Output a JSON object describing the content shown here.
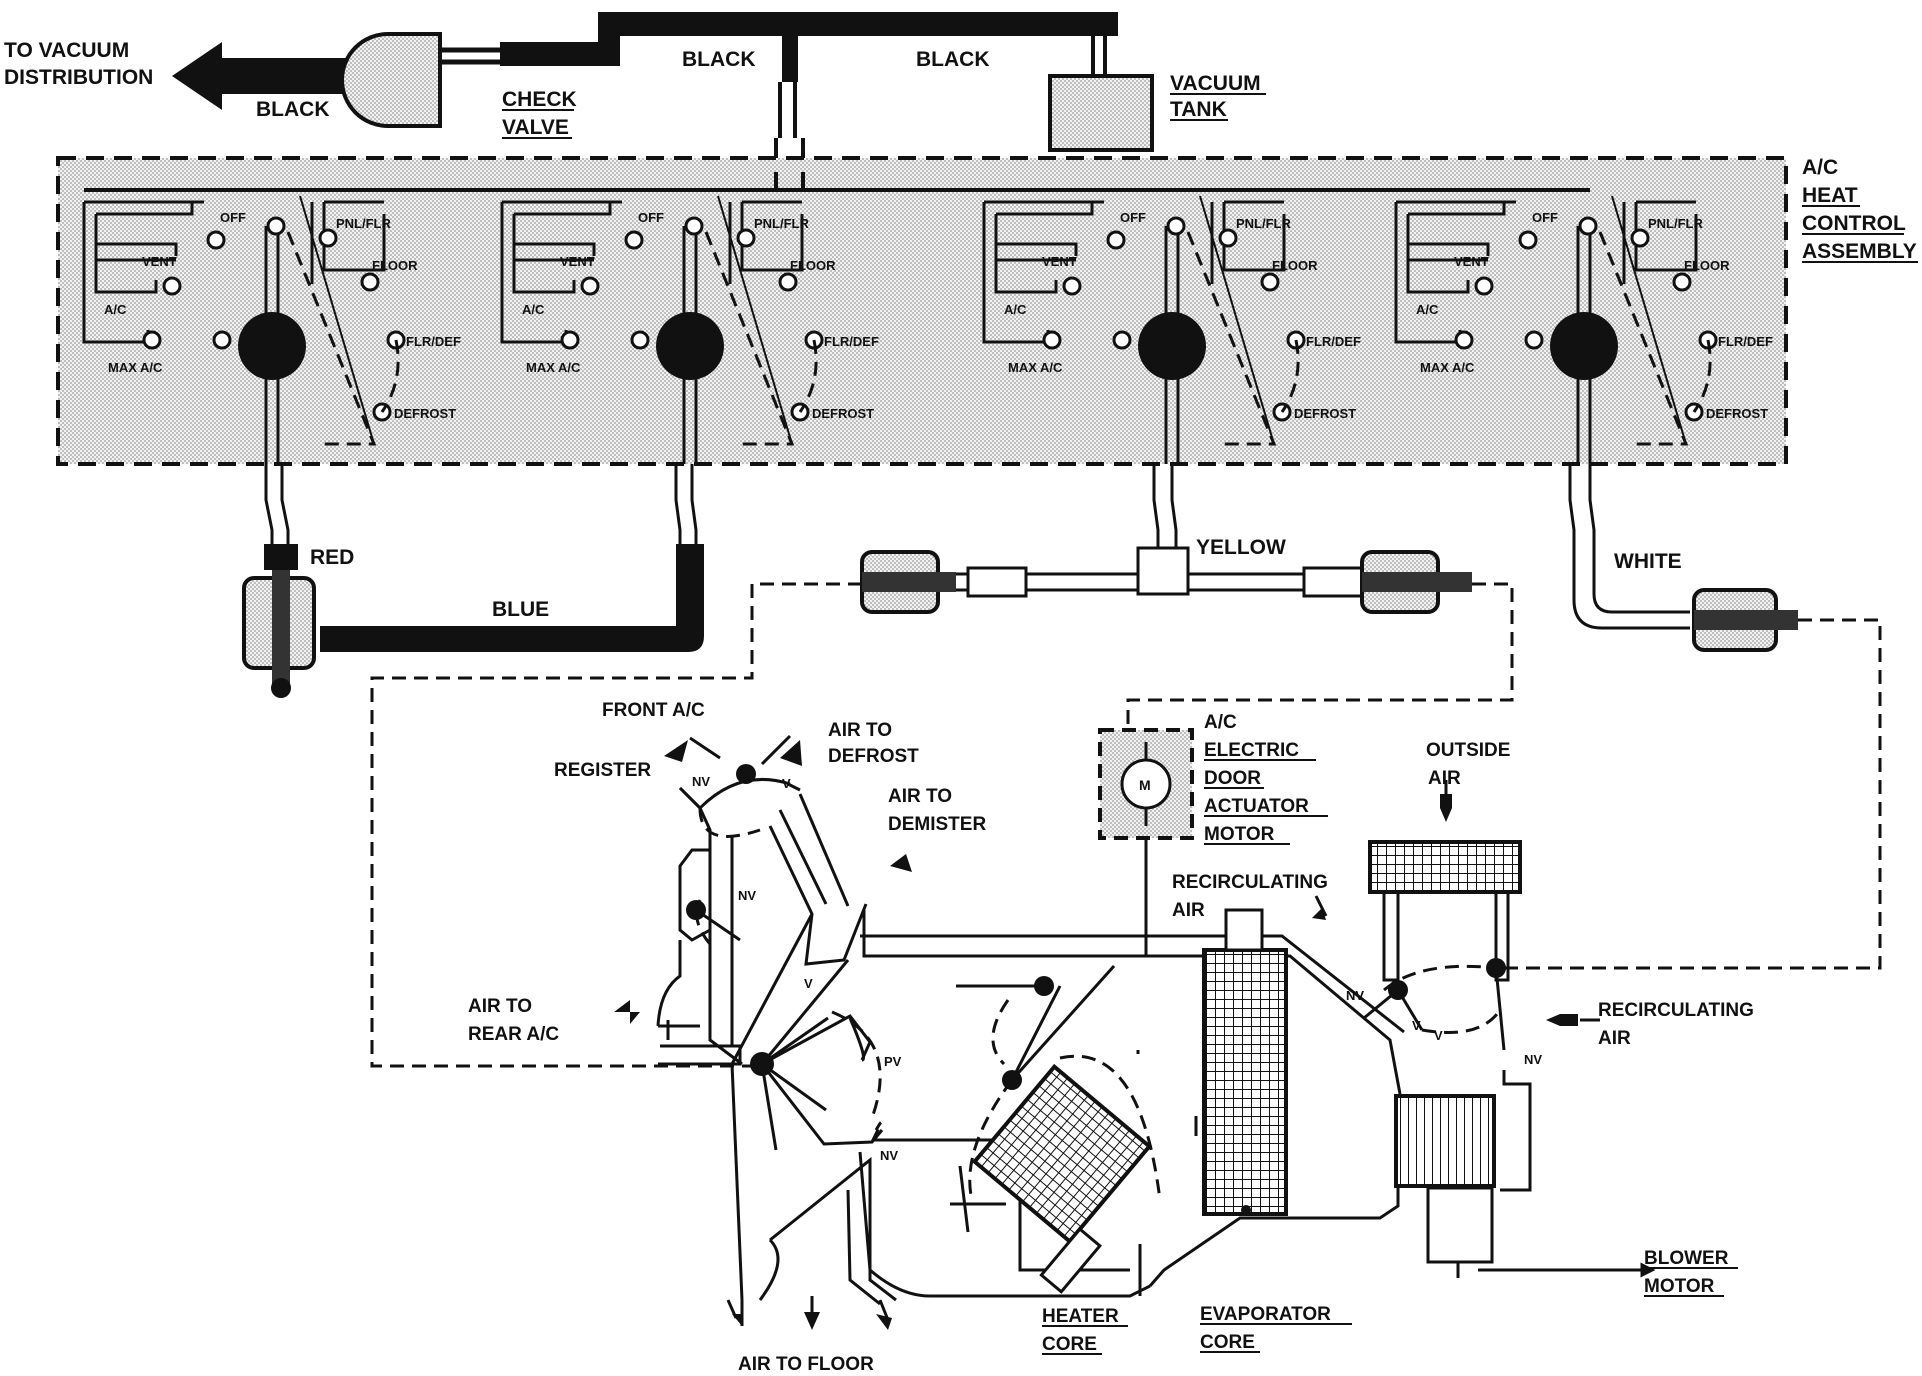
{
  "labels": {
    "to_vacuum": "TO VACUUM",
    "distribution": "DISTRIBUTION",
    "black_left": "BLACK",
    "check": "CHECK",
    "valve": "VALVE",
    "black_mid": "BLACK",
    "black_right": "BLACK",
    "vacuum": "VACUUM",
    "tank": "TANK",
    "ac": "A/C",
    "heat": "HEAT",
    "control": "CONTROL",
    "assembly": "ASSEMBLY",
    "red": "RED",
    "blue": "BLUE",
    "yellow": "YELLOW",
    "white": "WHITE",
    "front_ac": "FRONT A/C",
    "register": "REGISTER",
    "air_to_1": "AIR TO",
    "defrost_air": "DEFROST",
    "air_to_2": "AIR TO",
    "demister": "DEMISTER",
    "act_ac": "A/C",
    "electric": "ELECTRIC",
    "door": "DOOR",
    "actuator": "ACTUATOR",
    "motor": "MOTOR",
    "outside": "OUTSIDE",
    "outside_air": "AIR",
    "recirc_1": "RECIRCULATING",
    "recirc_1_air": "AIR",
    "recirc_2": "RECIRCULATING",
    "recirc_2_air": "AIR",
    "air_to_3": "AIR TO",
    "rear_ac": "REAR A/C",
    "air_to_floor": "AIR TO FLOOR",
    "heater": "HEATER",
    "heater_core": "CORE",
    "evaporator": "EVAPORATOR",
    "evap_core": "CORE",
    "blower": "BLOWER",
    "blower_motor": "MOTOR",
    "m": "M",
    "nv": "NV",
    "v": "V",
    "pv": "PV"
  },
  "switch_labels": {
    "off": "OFF",
    "pnl_flr": "PNL/FLR",
    "vent": "VENT",
    "floor": "FLOOR",
    "ac": "A/C",
    "flr_def": "FLR/DEF",
    "max_ac": "MAX A/C",
    "defrost": "DEFROST"
  }
}
